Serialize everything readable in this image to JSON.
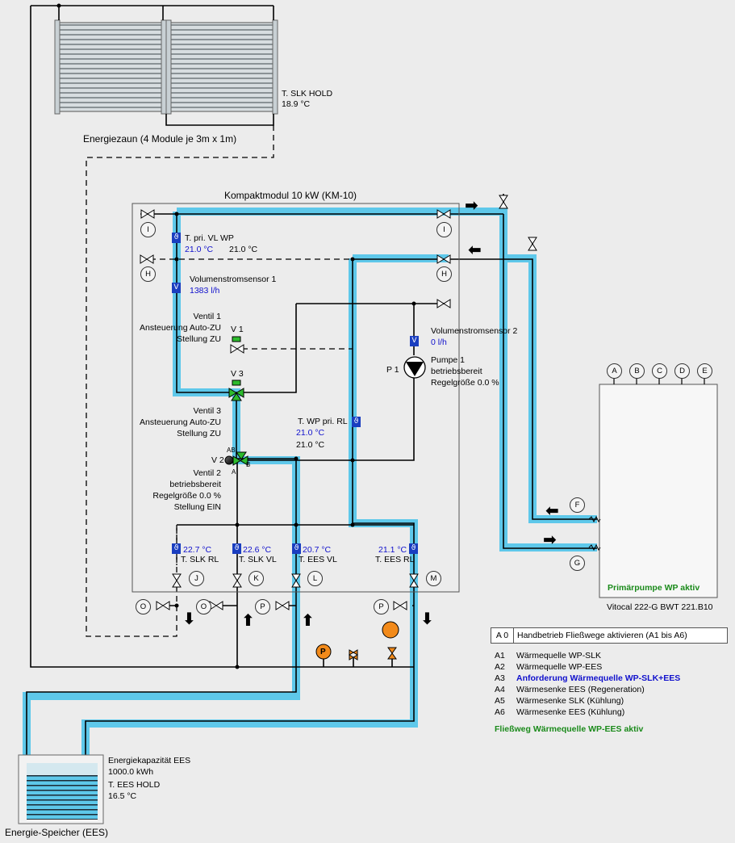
{
  "collector": {
    "title": "Energiezaun (4 Module je 3m x 1m)",
    "temp_label": "T. SLK HOLD",
    "temp_value": "18.9 °C"
  },
  "module": {
    "title": "Kompaktmodul 10 kW (KM-10)"
  },
  "sensors": {
    "vl_wp": {
      "label": "T. pri. VL WP",
      "value_blue": "21.0 °C",
      "value_black": "21.0 °C"
    },
    "flow1": {
      "label": "Volumenstromsensor 1",
      "value": "1383 l/h"
    },
    "flow2": {
      "label": "Volumenstromsensor 2",
      "value": "0 l/h"
    },
    "rl_wp": {
      "label": "T. WP pri. RL",
      "value_blue": "21.0 °C",
      "value_black": "21.0 °C"
    },
    "slk_rl": {
      "label": "T. SLK RL",
      "value": "22.7 °C"
    },
    "slk_vl": {
      "label": "T. SLK VL",
      "value": "22.6 °C"
    },
    "ees_vl": {
      "label": "T. EES VL",
      "value": "20.7 °C"
    },
    "ees_rl": {
      "label": "T. EES RL",
      "value": "21.1 °C"
    }
  },
  "valves": {
    "v1": {
      "tag": "V 1",
      "title": "Ventil 1",
      "control": "Ansteuerung Auto-ZU",
      "position": "Stellung ZU"
    },
    "v3": {
      "tag": "V 3",
      "title": "Ventil 3",
      "control": "Ansteuerung Auto-ZU",
      "position": "Stellung ZU"
    },
    "v2": {
      "tag": "V 2",
      "title": "Ventil 2",
      "status": "betriebsbereit",
      "control": "Regelgröße 0.0 %",
      "position": "Stellung EIN",
      "port_ab": "AB",
      "port_a": "A",
      "port_b": "B"
    }
  },
  "pump1": {
    "tag": "P 1",
    "title": "Pumpe 1",
    "status": "betriebsbereit",
    "control": "Regelgröße 0.0 %"
  },
  "connectors": {
    "I": "I",
    "H": "H",
    "J": "J",
    "K": "K",
    "L": "L",
    "M": "M",
    "O": "O",
    "P": "P",
    "F": "F",
    "G": "G",
    "A": "A",
    "B": "B",
    "C": "C",
    "D": "D",
    "E": "E",
    "P_pump": "P"
  },
  "heatpump": {
    "status": "Primärpumpe WP aktiv",
    "model": "Vitocal 222-G BWT 221.B10"
  },
  "storage": {
    "cap_label": "Energiekapazität EES",
    "cap_value": "1000.0 kWh",
    "temp_label": "T. EES HOLD",
    "temp_value": "16.5 °C",
    "title": "Energie-Speicher (EES)"
  },
  "legend": {
    "mode_code": "A 0",
    "mode_label": "Handbetrieb Fließwege aktivieren (A1 bis A6)",
    "items": [
      {
        "code": "A1",
        "label": "Wärmequelle WP-SLK",
        "state": "normal"
      },
      {
        "code": "A2",
        "label": "Wärmequelle WP-EES",
        "state": "normal"
      },
      {
        "code": "A3",
        "label": "Anforderung Wärmequelle WP-SLK+EES",
        "state": "request"
      },
      {
        "code": "A4",
        "label": "Wärmesenke EES (Regeneration)",
        "state": "normal"
      },
      {
        "code": "A5",
        "label": "Wärmesenke SLK (Kühlung)",
        "state": "normal"
      },
      {
        "code": "A6",
        "label": "Wärmesenke EES (Kühlung)",
        "state": "normal"
      }
    ],
    "active": "Fließweg Wärmequelle WP-EES aktiv"
  },
  "colors": {
    "flow": "#5ec8ea",
    "pipe": "#000000",
    "sensor": "#1a3ec0",
    "active_text": "#1a8a1a",
    "request_text": "#1010cc",
    "pump_orange": "#f28a1a",
    "valve_green": "#2dbb2d"
  }
}
